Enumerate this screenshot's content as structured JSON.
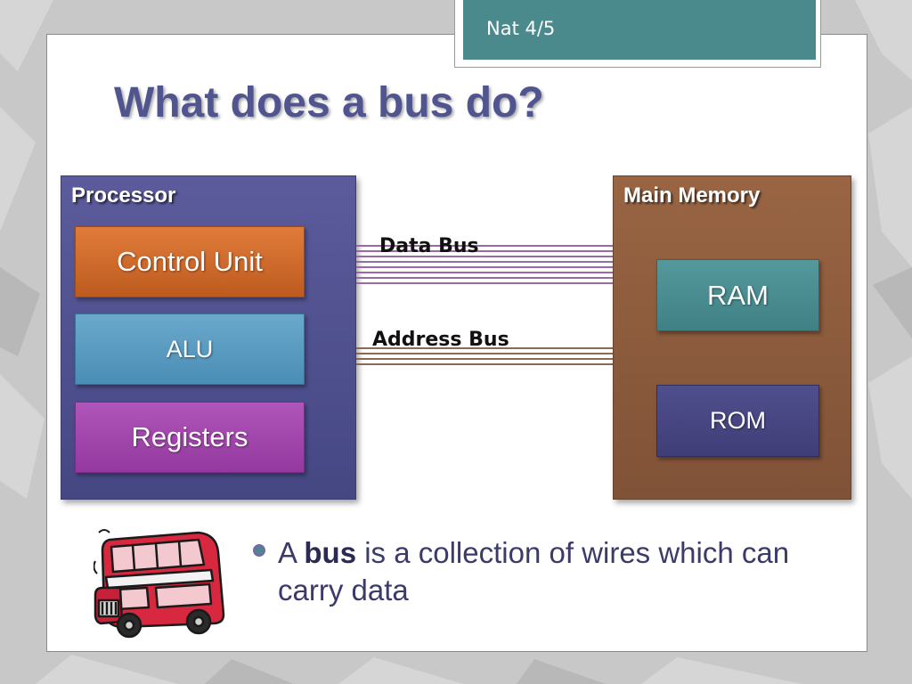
{
  "tag": {
    "label": "Nat 4/5"
  },
  "title": "What does a bus do?",
  "processor": {
    "title": "Processor",
    "components": [
      "Control Unit",
      "ALU",
      "Registers"
    ]
  },
  "memory": {
    "title": "Main Memory",
    "components": [
      "RAM",
      "ROM"
    ]
  },
  "buses": {
    "data_label": "Data Bus",
    "address_label": "Address Bus",
    "data_color": "#9a6aa6",
    "address_color": "#8a6a52"
  },
  "bullet": {
    "prefix": "A",
    "bold": "bus",
    "rest": "is a collection of wires which can carry data"
  },
  "colors": {
    "accent_teal": "#4a8a8c",
    "title_color": "#51558f",
    "processor_fill": "#4f4f8f",
    "memory_fill": "#8d5a3b"
  },
  "icons": {
    "bus_image": "red-double-decker-bus-icon",
    "bullet": "circle-bullet-icon"
  }
}
